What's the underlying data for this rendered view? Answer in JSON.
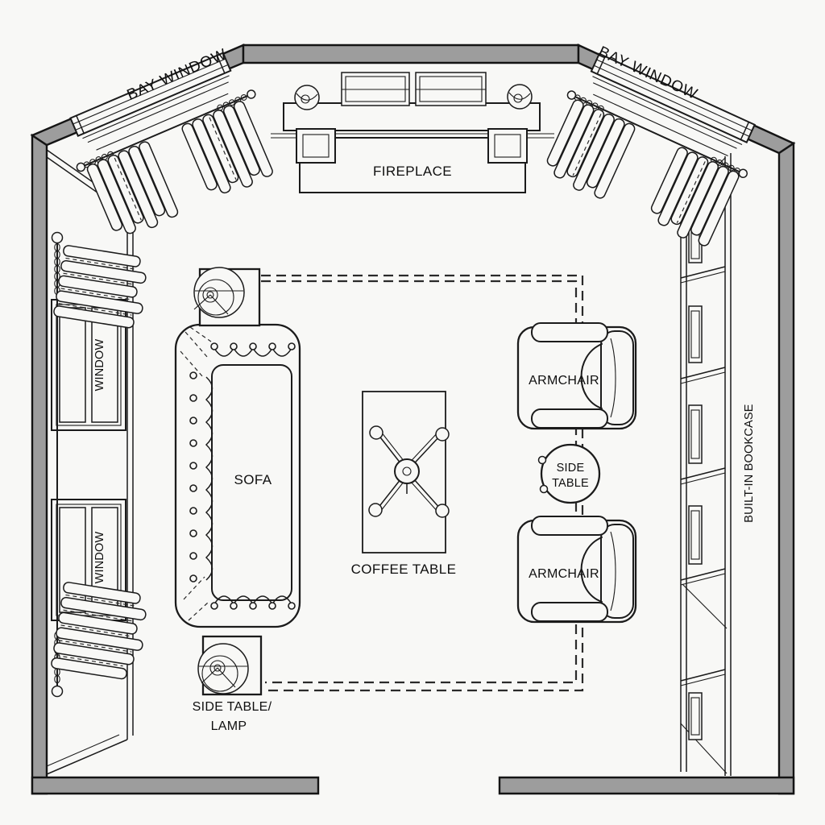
{
  "diagram": {
    "type": "floor-plan",
    "subject": "living room furniture layout"
  },
  "colors": {
    "background": "#f8f8f6",
    "wall_fill": "#9d9d9d",
    "line": "#1b1b1b"
  },
  "plan": {
    "labels": {
      "bay_window_left": "BAY WINDOW",
      "bay_window_right": "BAY WINDOW",
      "fireplace": "FIREPLACE",
      "window_upper": "WINDOW",
      "window_lower": "WINDOW",
      "sofa": "SOFA",
      "side_table_lamp_line1": "SIDE TABLE/",
      "side_table_lamp_line2": "LAMP",
      "coffee_table": "COFFEE TABLE",
      "armchair_upper": "ARMCHAIR",
      "armchair_lower": "ARMCHAIR",
      "round_side_table_line1": "SIDE",
      "round_side_table_line2": "TABLE",
      "built_in_bookcase": "BUILT-IN BOOKCASE"
    }
  }
}
